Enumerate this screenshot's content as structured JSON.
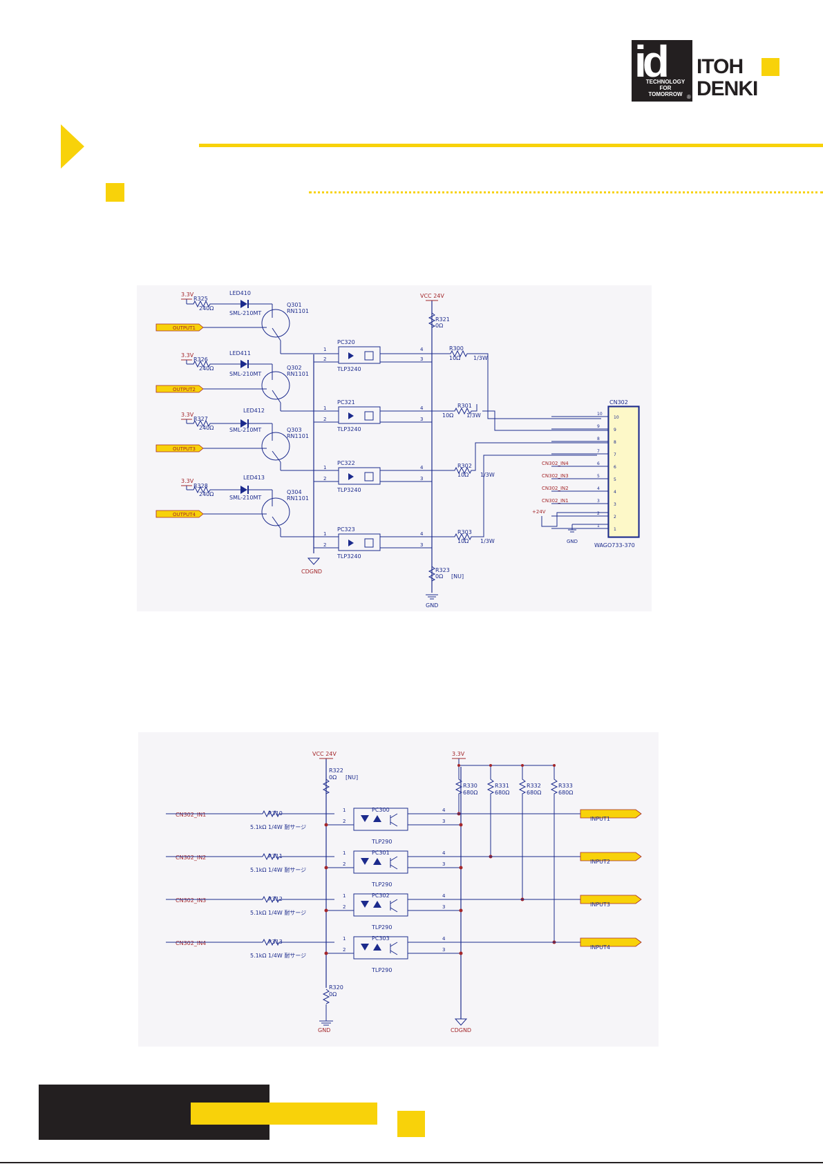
{
  "logo": {
    "mark": "id",
    "tagline": [
      "TECHNOLOGY",
      "FOR",
      "TOMORROW"
    ],
    "registered": "®",
    "word1": "ITOH",
    "word2": "DENKI"
  },
  "colors": {
    "accent": "#f8d20a",
    "dark": "#231f20",
    "wire": "#1b2a8c",
    "label": "#a3262a"
  },
  "schematic_output": {
    "power_label": "3.3V",
    "vcc": "VCC 24V",
    "gnd": "GND",
    "cdgnd": "CDGND",
    "r_top": {
      "name": "R321",
      "value": "0Ω"
    },
    "r_bottom": {
      "name": "R323",
      "value": "0Ω",
      "note": "[NU]"
    },
    "connector": {
      "name": "CN302",
      "part": "WAGO733-370",
      "pins": [
        "10",
        "9",
        "8",
        "7",
        "6",
        "5",
        "4",
        "3",
        "2",
        "1"
      ],
      "signals": [
        "CN302_IN4",
        "CN302_IN3",
        "CN302_IN2",
        "CN302_IN1"
      ],
      "supply": "+24V"
    },
    "channels": [
      {
        "output": "OUTPUT1",
        "led": "LED410",
        "led_part": "SML-210MT",
        "res": "R325",
        "res_val": "240Ω",
        "transistor": "Q301",
        "t_part": "RN1101",
        "pc": "PC320",
        "pc_part": "TLP3240",
        "r_out": "R300",
        "r_out_val": "10Ω",
        "power": "1/3W"
      },
      {
        "output": "OUTPUT2",
        "led": "LED411",
        "led_part": "SML-210MT",
        "res": "R326",
        "res_val": "240Ω",
        "transistor": "Q302",
        "t_part": "RN1101",
        "pc": "PC321",
        "pc_part": "TLP3240",
        "r_out": "R301",
        "r_out_val": "10Ω",
        "power": "1/3W"
      },
      {
        "output": "OUTPUT3",
        "led": "LED412",
        "led_part": "SML-210MT",
        "res": "R327",
        "res_val": "240Ω",
        "transistor": "Q303",
        "t_part": "RN1101",
        "pc": "PC322",
        "pc_part": "TLP3240",
        "r_out": "R302",
        "r_out_val": "10Ω",
        "power": "1/3W"
      },
      {
        "output": "OUTPUT4",
        "led": "LED413",
        "led_part": "SML-210MT",
        "res": "R328",
        "res_val": "240Ω",
        "transistor": "Q304",
        "t_part": "RN1101",
        "pc": "PC323",
        "pc_part": "TLP3240",
        "r_out": "R303",
        "r_out_val": "10Ω",
        "power": "1/3W"
      }
    ],
    "pins": {
      "p1": "1",
      "p2": "2",
      "p3": "3",
      "p4": "4"
    }
  },
  "schematic_input": {
    "vcc": "VCC 24V",
    "v33": "3.3V",
    "gnd": "GND",
    "cdgnd": "CDGND",
    "r_top": {
      "name": "R322",
      "value": "0Ω",
      "note": "[NU]"
    },
    "r_bottom": {
      "name": "R320",
      "value": "0Ω"
    },
    "pullups": [
      {
        "name": "R330",
        "value": "680Ω"
      },
      {
        "name": "R331",
        "value": "680Ω"
      },
      {
        "name": "R332",
        "value": "680Ω"
      },
      {
        "name": "R333",
        "value": "680Ω"
      }
    ],
    "channels": [
      {
        "signal": "CN302_IN1",
        "res": "R310",
        "res_val": "5.1kΩ 1/4W 耐サージ",
        "pc": "PC300",
        "pc_part": "TLP290",
        "input": "INPUT1"
      },
      {
        "signal": "CN302_IN2",
        "res": "R311",
        "res_val": "5.1kΩ 1/4W 耐サージ",
        "pc": "PC301",
        "pc_part": "TLP290",
        "input": "INPUT2"
      },
      {
        "signal": "CN302_IN3",
        "res": "R312",
        "res_val": "5.1kΩ 1/4W 耐サージ",
        "pc": "PC302",
        "pc_part": "TLP290",
        "input": "INPUT3"
      },
      {
        "signal": "CN302_IN4",
        "res": "R313",
        "res_val": "5.1kΩ 1/4W 耐サージ",
        "pc": "PC303",
        "pc_part": "TLP290",
        "input": "INPUT4"
      }
    ]
  }
}
